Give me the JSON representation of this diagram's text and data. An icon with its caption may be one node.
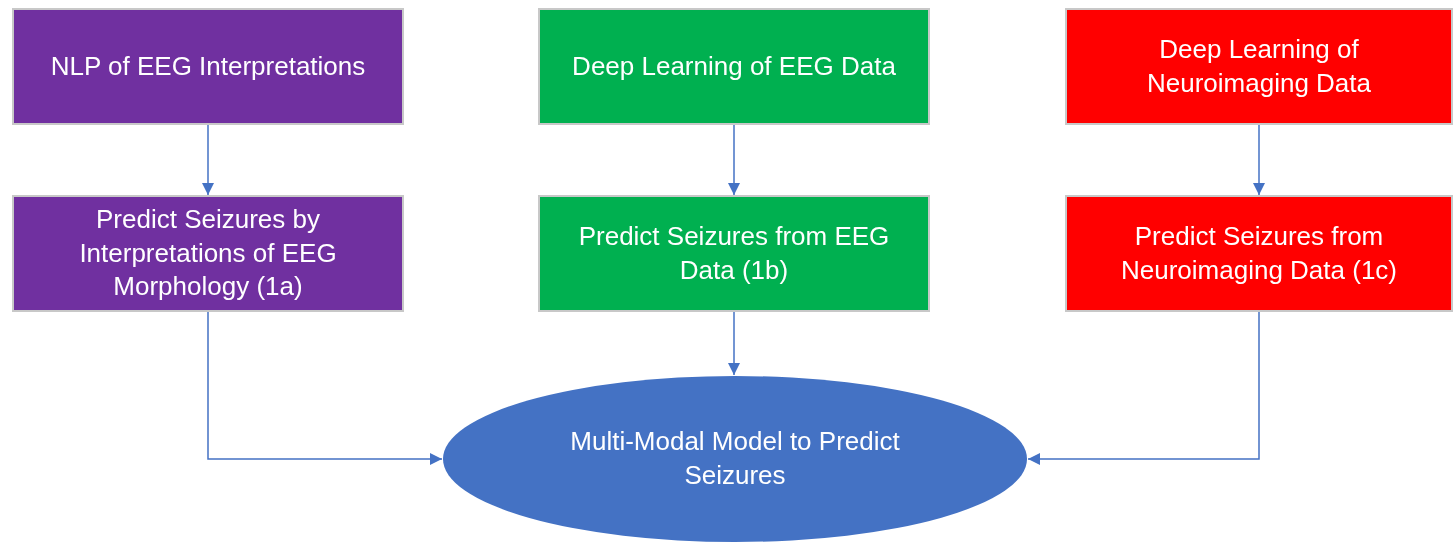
{
  "diagram": {
    "nodes": [
      {
        "text": [
          "NLP of EEG Interpretations"
        ]
      },
      {
        "text": [
          "Deep Learning of EEG Data"
        ]
      },
      {
        "text": [
          "Deep Learning of Neuroimaging Data"
        ]
      },
      {
        "text": [
          "Predict Seizures by Interpretations of EEG Morphology (1a)"
        ]
      },
      {
        "text": [
          "Predict Seizures from EEG Data (1b)"
        ]
      },
      {
        "text": [
          "Predict Seizures from Neuroimaging Data (1c)"
        ]
      },
      {
        "text": [
          "Multi-Modal Model to Predict Seizures"
        ]
      }
    ],
    "edges": [
      {
        "from": 0,
        "to": 3,
        "arrow": "to"
      },
      {
        "from": 1,
        "to": 4,
        "arrow": "to"
      },
      {
        "from": 2,
        "to": 5,
        "arrow": "to"
      },
      {
        "from": 3,
        "to": 6,
        "arrow": "to"
      },
      {
        "from": 4,
        "to": 6,
        "arrow": "to"
      },
      {
        "from": 5,
        "to": 6,
        "arrow": "to"
      }
    ]
  }
}
